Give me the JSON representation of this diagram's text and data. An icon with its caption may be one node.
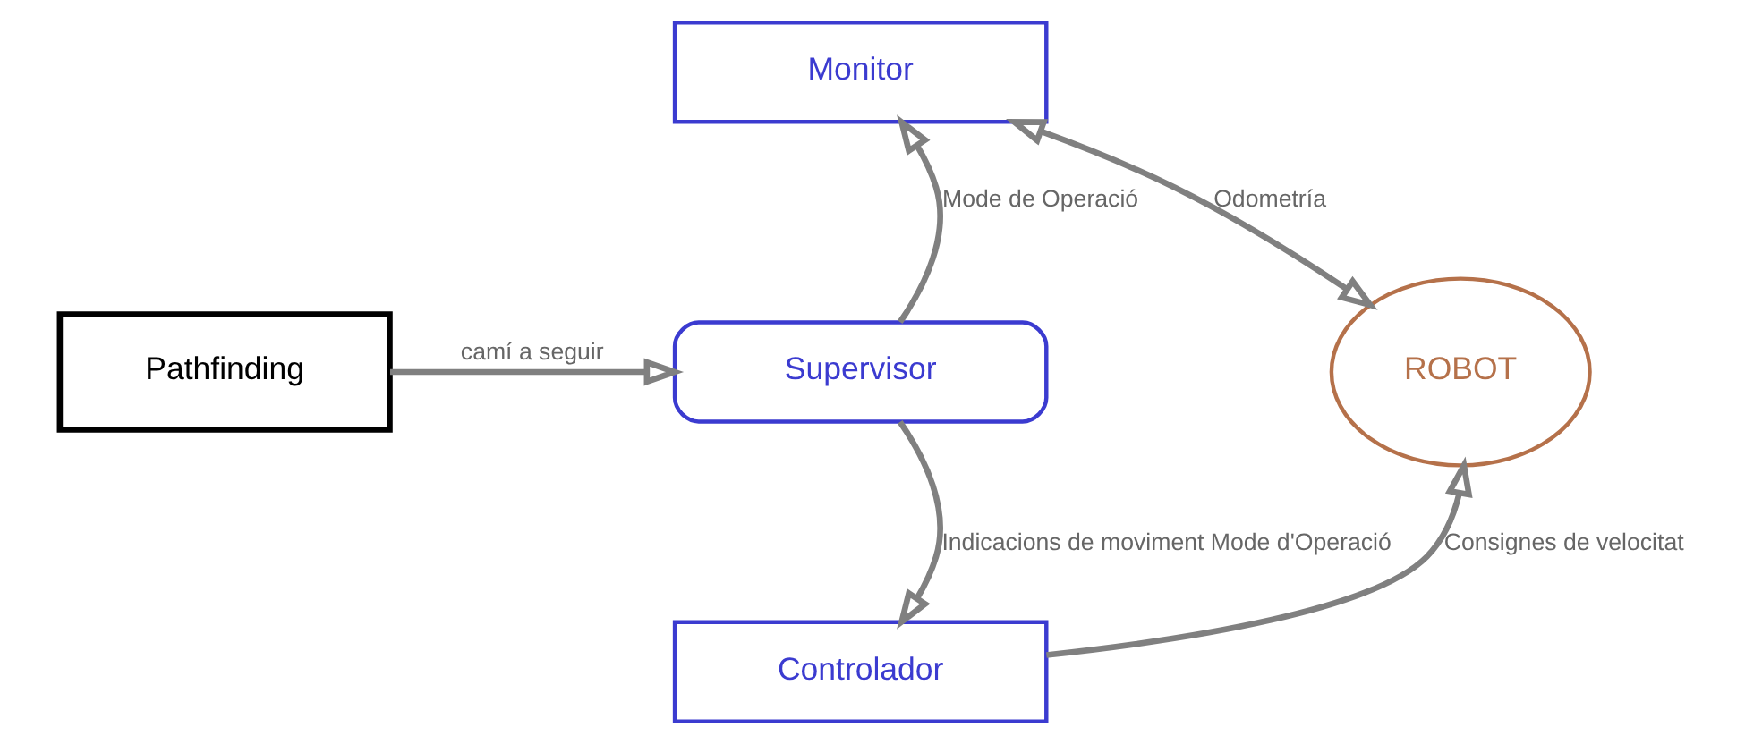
{
  "diagram": {
    "nodes": [
      {
        "text": [
          "Monitor"
        ]
      },
      {
        "text": [
          "Pathfinding"
        ]
      },
      {
        "text": [
          "Supervisor"
        ]
      },
      {
        "text": [
          "Controlador"
        ]
      },
      {
        "text": [
          "ROBOT"
        ]
      }
    ],
    "edges": [
      {
        "from": 1,
        "to": 2,
        "arrow": "to",
        "label": "camí a seguir"
      },
      {
        "from": 2,
        "to": 0,
        "arrow": "to",
        "label": "Mode de Operació"
      },
      {
        "from": 2,
        "to": 3,
        "arrow": "to",
        "label": "Indicacions de moviment Mode d'Operació"
      },
      {
        "from": 0,
        "to": 4,
        "arrow": "both",
        "label": "Odometría"
      },
      {
        "from": 3,
        "to": 4,
        "arrow": "to",
        "label": "Consignes de velocitat"
      }
    ]
  }
}
